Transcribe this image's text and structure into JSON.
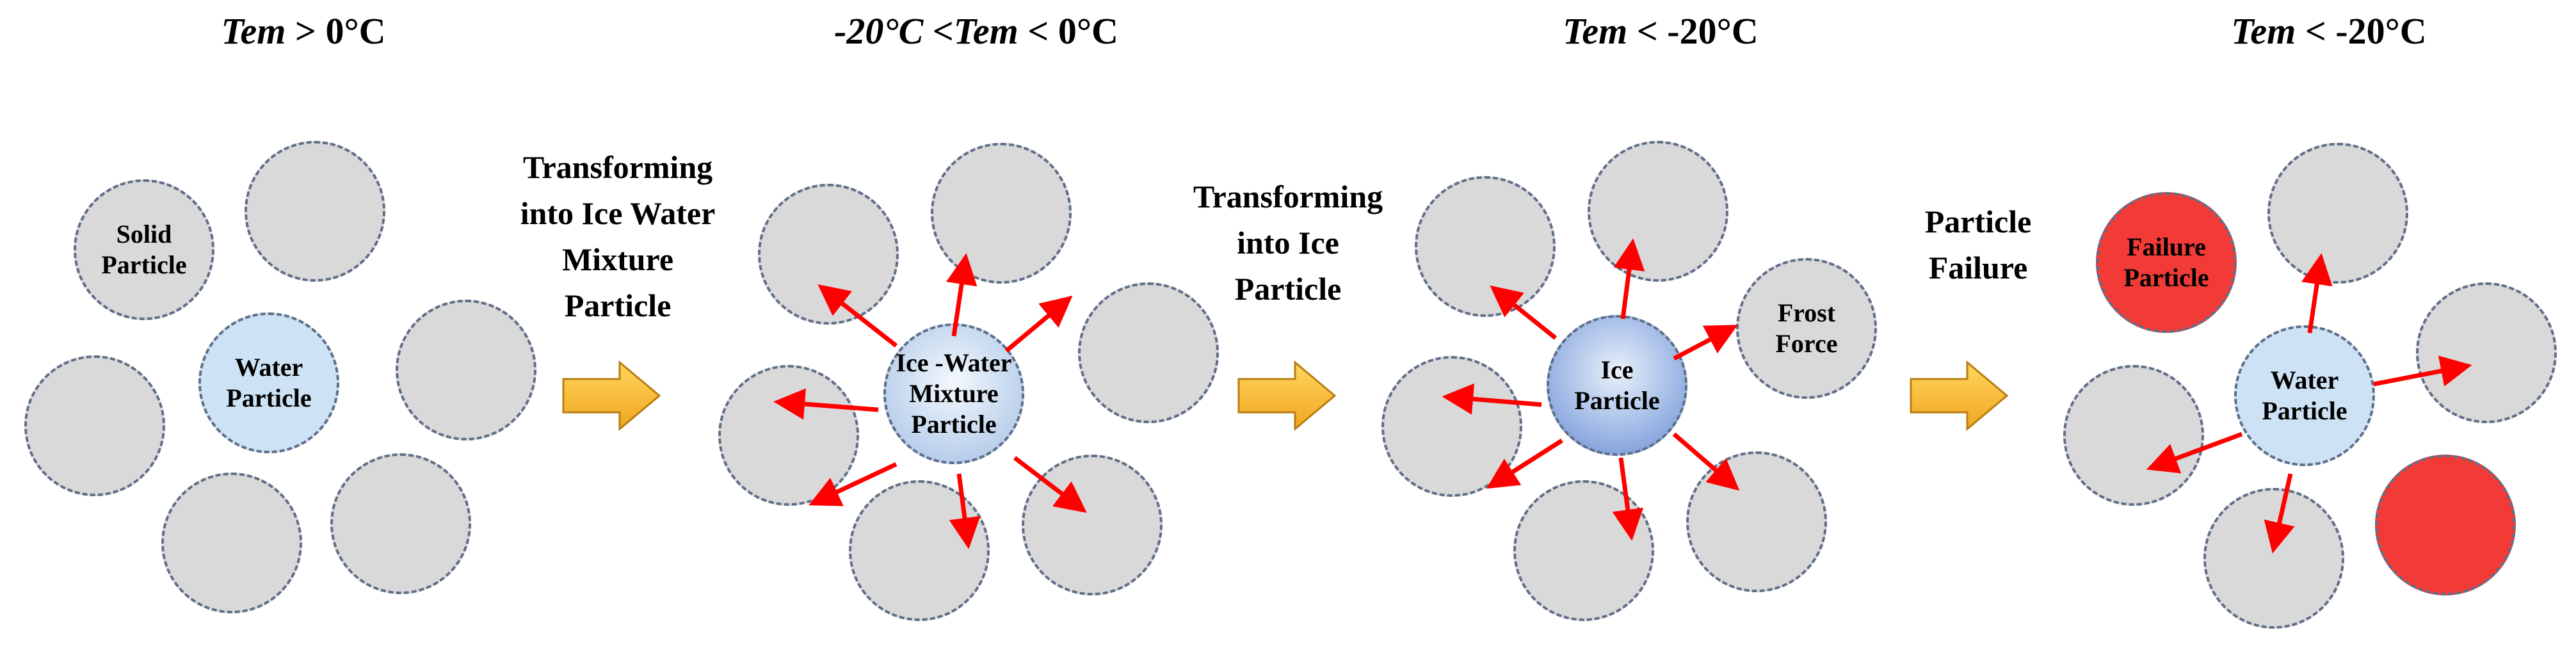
{
  "colors": {
    "particle_gray": "#d9d9d9",
    "particle_border": "#5f6e87",
    "water_blue": "#cde2f4",
    "ice_blue": "#6b8fd4",
    "failure_red": "#f23b37",
    "block_arrow_fill_top": "#ffd75e",
    "block_arrow_fill_bottom": "#f0a51f",
    "block_arrow_border": "#b97d11",
    "force_arrow_red": "#ff0000"
  },
  "headers": [
    {
      "italic": "Tem",
      "rest": " > 0°C"
    },
    {
      "italic": "-20°C <Tem",
      "rest": " < 0°C"
    },
    {
      "italic": "Tem",
      "rest": " < -20°C"
    },
    {
      "italic": "Tem",
      "rest": " < -20°C"
    }
  ],
  "transitions": [
    {
      "lines": [
        "Transforming",
        "into Ice Water",
        "Mixture",
        "Particle"
      ]
    },
    {
      "lines": [
        "Transforming",
        "into Ice",
        "Particle"
      ]
    },
    {
      "lines": [
        "Particle",
        "Failure"
      ]
    }
  ],
  "stages": [
    {
      "name": "above-zero",
      "labels": {
        "solid": [
          "Solid",
          "Particle"
        ],
        "center": [
          "Water",
          "Particle"
        ]
      }
    },
    {
      "name": "ice-water-mixture",
      "labels": {
        "center": [
          "Ice -Water",
          "Mixture",
          "Particle"
        ]
      }
    },
    {
      "name": "ice",
      "labels": {
        "center": [
          "Ice",
          "Particle"
        ],
        "frost": [
          "Frost",
          "Force"
        ]
      }
    },
    {
      "name": "failure",
      "labels": {
        "failure": [
          "Failure",
          "Particle"
        ],
        "center": [
          "Water",
          "Particle"
        ]
      }
    }
  ]
}
